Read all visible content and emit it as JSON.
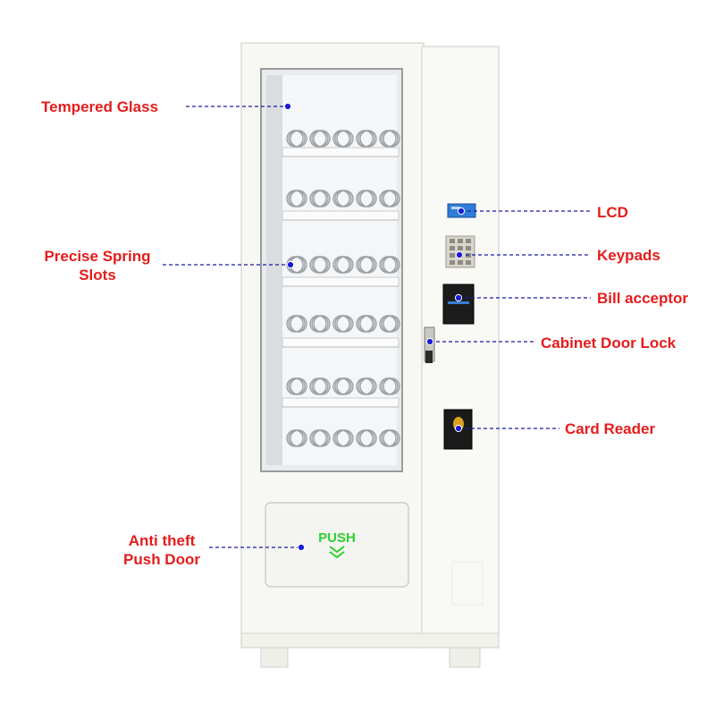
{
  "colors": {
    "label": "#e51c1c",
    "leader": "#1a1aa8",
    "dot": "#1a1ad6",
    "cabinet": "#f7f7f4",
    "cabinet_edge": "#dcdcd6",
    "push_text": "#2ed12e",
    "lcd": "#2f7ddb"
  },
  "push_panel": {
    "text": "PUSH",
    "icon": "double-chevron-down-icon"
  },
  "callouts": {
    "tempered_glass": "Tempered Glass",
    "spring_slots": {
      "line1": "Precise Spring",
      "line2": "Slots"
    },
    "anti_theft": {
      "line1": "Anti theft",
      "line2": "Push Door"
    },
    "lcd": "LCD",
    "keypads": "Keypads",
    "bill_acceptor": "Bill acceptor",
    "door_lock": "Cabinet Door Lock",
    "card_reader": "Card Reader"
  }
}
